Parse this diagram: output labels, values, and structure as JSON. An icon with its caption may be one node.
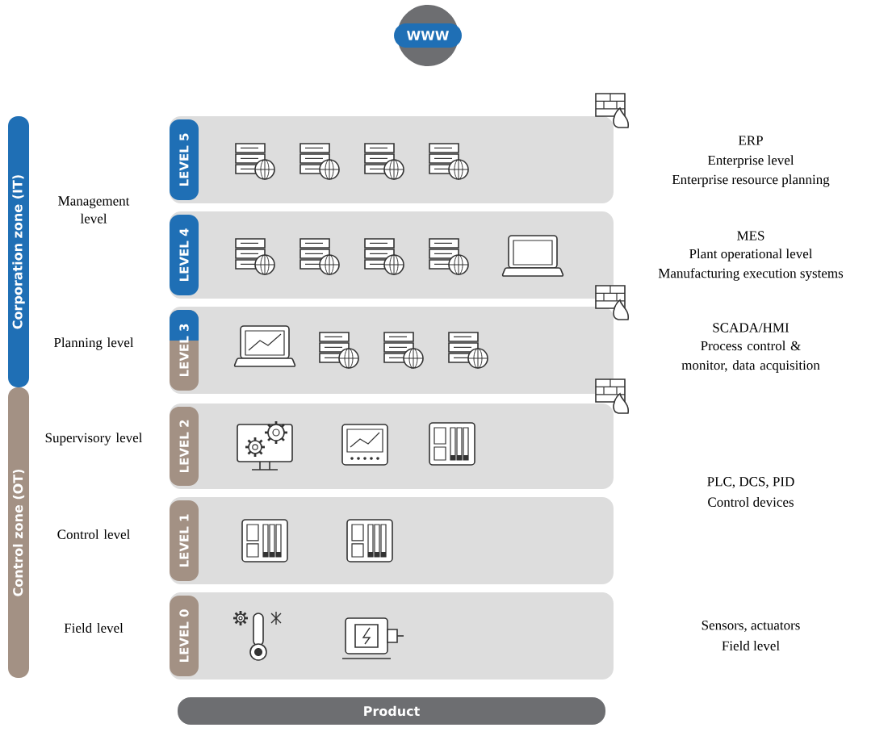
{
  "diagram": {
    "nodes": [
      {
        "text": [
          "WWW"
        ]
      },
      {
        "text": [
          "Corporation zone (IT)"
        ]
      },
      {
        "text": [
          "LEVEL 5"
        ]
      },
      {
        "text": [
          "LEVEL 4"
        ]
      },
      {
        "text": [
          "LEVEL 3"
        ]
      },
      {
        "text": [
          "LEVEL 2"
        ]
      },
      {
        "text": [
          "LEVEL 1"
        ]
      },
      {
        "text": [
          "LEVEL 0"
        ]
      },
      {
        "text": [
          "Control zone (OT)"
        ]
      },
      {
        "text": [
          "Product"
        ]
      }
    ],
    "edges": [],
    "labels": [
      "Management level",
      "ERP",
      "Enterprise level",
      "Enterprise resource planning",
      "MES",
      "Plant operational level",
      "Manufacturing execution systems",
      "Planning level",
      "SCADA/HMI",
      "Process control & monitor, data acquisition",
      "Supervisory level",
      "PLC, DCS, PID",
      "Control devices",
      "Control level",
      "Field level",
      "Sensors, actuators",
      "Field level"
    ]
  }
}
